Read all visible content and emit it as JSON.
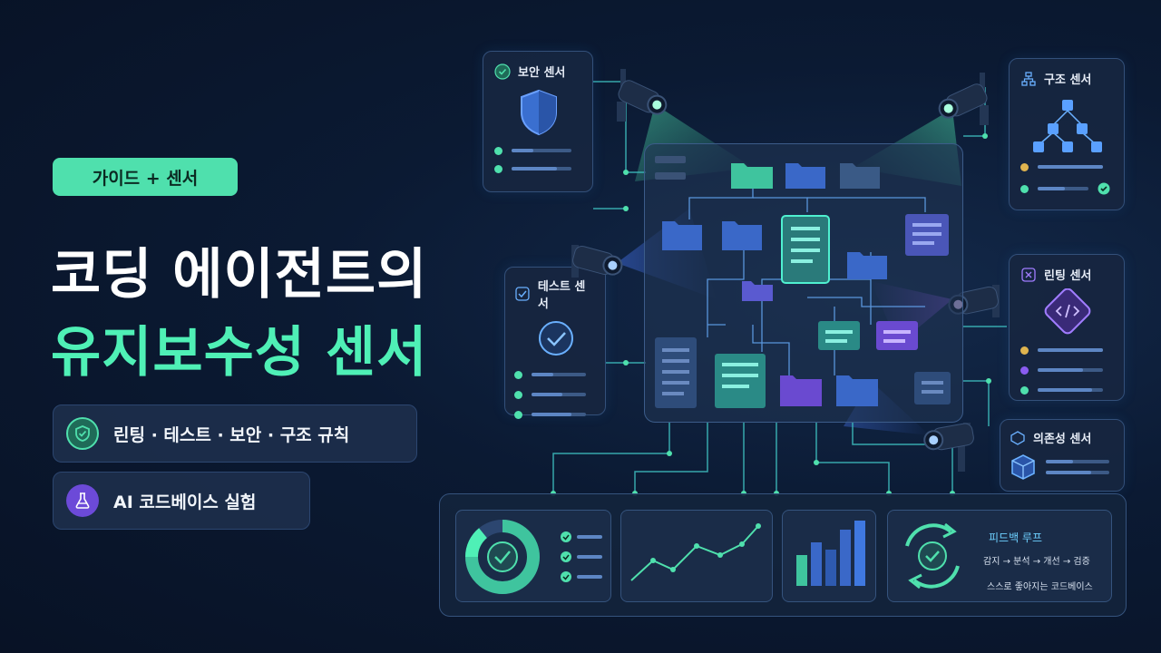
{
  "hero": {
    "tag": "가이드 + 센서",
    "title_line1": "코딩 에이전트의",
    "title_line2": "유지보수성 센서",
    "pill1": {
      "icon": "shield-check-icon",
      "label": "린팅 · 테스트 · 보안 · 구조 규칙"
    },
    "pill2": {
      "icon": "flask-icon",
      "label": "AI 코드베이스 실험"
    }
  },
  "sensors": {
    "security": {
      "title": "보안 센서",
      "icon": "shield-icon"
    },
    "structure": {
      "title": "구조 센서",
      "icon": "hierarchy-icon"
    },
    "test": {
      "title": "테스트 센서",
      "icon": "checkmark-icon"
    },
    "lint": {
      "title": "린팅 센서",
      "icon": "code-icon"
    },
    "dependency": {
      "title": "의존성 센서",
      "icon": "cube-icon"
    }
  },
  "feedback": {
    "title": "피드백 루프",
    "flow": "감지 → 분석 → 개선 → 검증",
    "caption": "스스로 좋아지는 코드베이스"
  },
  "colors": {
    "accent_green": "#4fe0ad",
    "accent_blue": "#5d86c4",
    "accent_purple": "#8a5cf0",
    "background": "#0b1a33"
  }
}
